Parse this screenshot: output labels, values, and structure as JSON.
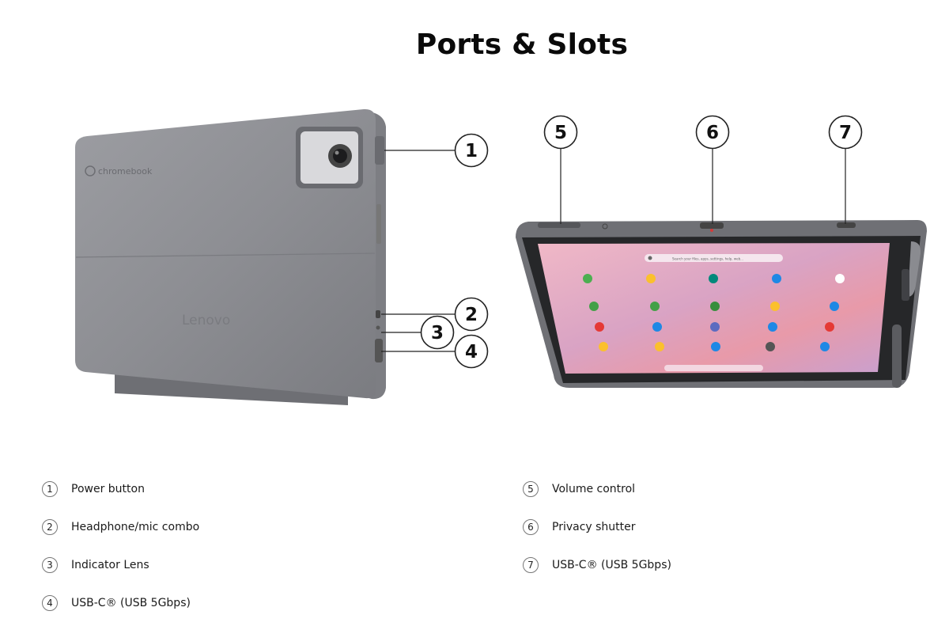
{
  "title": "Ports & Slots",
  "device_print": {
    "brand_wordmark": "chromebook",
    "logo": "Lenovo",
    "search_hint": "Search your files, apps, settings, help, web..."
  },
  "callouts": [
    "1",
    "2",
    "3",
    "4",
    "5",
    "6",
    "7"
  ],
  "legend_left": [
    {
      "num": "1",
      "label": "Power button"
    },
    {
      "num": "2",
      "label": "Headphone/mic combo"
    },
    {
      "num": "3",
      "label": "Indicator Lens"
    },
    {
      "num": "4",
      "label": "USB-C® (USB 5Gbps)"
    }
  ],
  "legend_right": [
    {
      "num": "5",
      "label": "Volume control"
    },
    {
      "num": "6",
      "label": "Privacy shutter"
    },
    {
      "num": "7",
      "label": "USB-C® (USB 5Gbps)"
    }
  ],
  "colors": {
    "device_shell": "#8e8f94",
    "device_shell_dark": "#6d6e73",
    "screen_pink": "#e6a9bd",
    "callout_stroke": "#222222"
  }
}
